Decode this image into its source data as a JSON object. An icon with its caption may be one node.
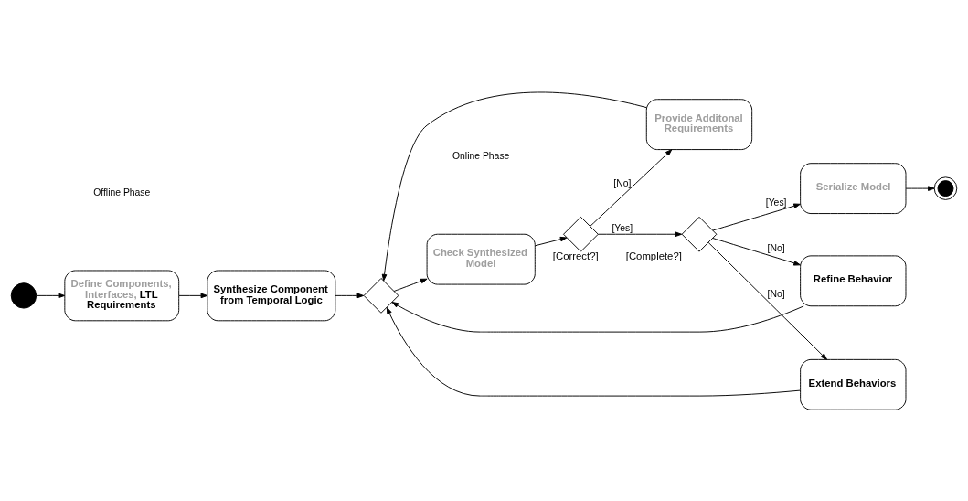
{
  "diagram": {
    "nodes": [
      {
        "text": [],
        "shape": "circle"
      },
      {
        "text": [
          "Define Components, Interfaces, LTL Requirements"
        ]
      },
      {
        "text": [
          "Synthesize Component from Temporal Logic"
        ]
      },
      {
        "text": [],
        "shape": "diamond"
      },
      {
        "text": [
          "Provide Additonal Requirements"
        ]
      },
      {
        "text": [
          "Check Synthesized Model"
        ]
      },
      {
        "text": [],
        "shape": "diamond",
        "beside": [
          "[Correct?]"
        ]
      },
      {
        "text": [],
        "shape": "diamond",
        "beside": [
          "[Complete?]"
        ]
      },
      {
        "text": [
          "Extend Behaviors"
        ]
      },
      {
        "text": [
          "Refine Behavior"
        ]
      },
      {
        "text": [
          "Serialize Model"
        ]
      },
      {
        "text": [],
        "shape": "circle"
      }
    ],
    "edges": [
      {
        "from": 0,
        "to": 1,
        "arrow": "to"
      },
      {
        "from": 1,
        "to": 2,
        "arrow": "to"
      },
      {
        "from": 2,
        "to": 3,
        "arrow": "to"
      },
      {
        "from": 3,
        "to": 5,
        "arrow": "to"
      },
      {
        "from": 5,
        "to": 6,
        "arrow": "to"
      },
      {
        "from": 6,
        "to": 4,
        "arrow": "to",
        "label": "[No]"
      },
      {
        "from": 6,
        "to": 7,
        "arrow": "to",
        "label": "[Yes]"
      },
      {
        "from": 7,
        "to": 8,
        "arrow": "to",
        "label": "[No]"
      },
      {
        "from": 7,
        "to": 9,
        "arrow": "to",
        "label": "[No]"
      },
      {
        "from": 7,
        "to": 10,
        "arrow": "to",
        "label": "[Yes]"
      },
      {
        "from": 4,
        "to": 3,
        "arrow": "to"
      },
      {
        "from": 8,
        "to": 3,
        "arrow": "to"
      },
      {
        "from": 9,
        "to": 3,
        "arrow": "to"
      },
      {
        "from": 10,
        "to": 11,
        "arrow": "to"
      }
    ],
    "labels": [
      "Offline Phase",
      "Online Phase"
    ]
  }
}
